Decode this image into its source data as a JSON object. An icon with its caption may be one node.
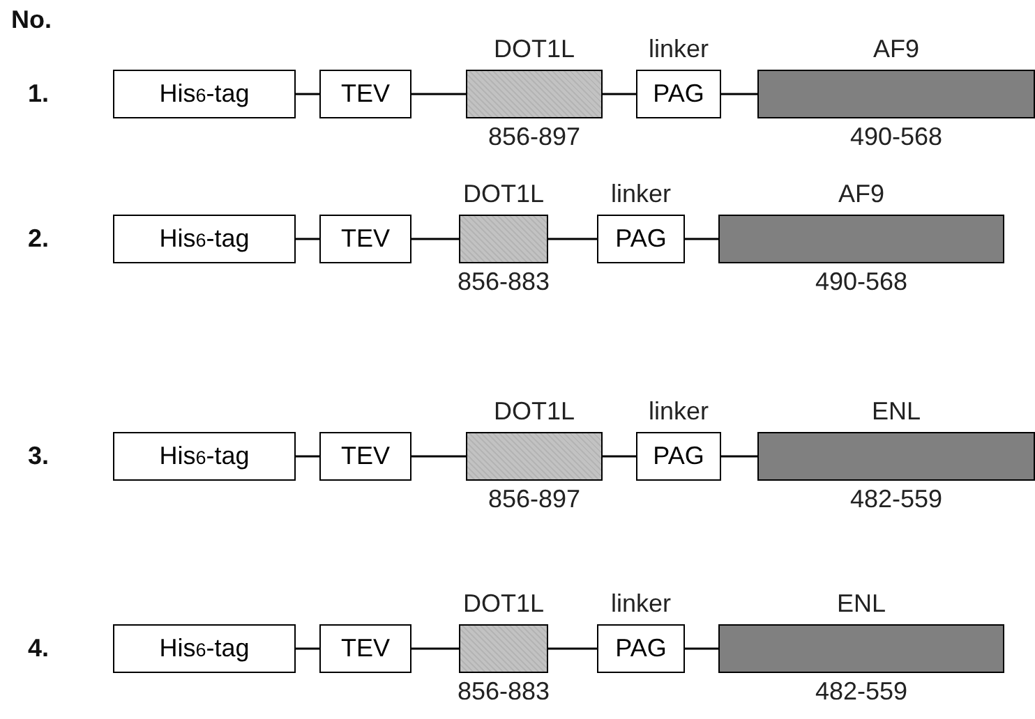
{
  "diagram": {
    "nodes": [
      {
        "text": [
          "His$_{6}$-tag"
        ]
      },
      {
        "text": [
          "TEV"
        ]
      },
      {
        "text": [
          "DOT1L",
          "856-897"
        ]
      },
      {
        "text": [
          "linker",
          "PAG"
        ]
      },
      {
        "text": [
          "AF9",
          "490-568"
        ]
      },
      {
        "text": [
          "His$_{6}$-tag"
        ]
      },
      {
        "text": [
          "TEV"
        ]
      },
      {
        "text": [
          "DOT1L",
          "856-883"
        ]
      },
      {
        "text": [
          "linker",
          "PAG"
        ]
      },
      {
        "text": [
          "AF9",
          "490-568"
        ]
      },
      {
        "text": [
          "His$_{6}$-tag"
        ]
      },
      {
        "text": [
          "TEV"
        ]
      },
      {
        "text": [
          "DOT1L",
          "856-897"
        ]
      },
      {
        "text": [
          "linker",
          "PAG"
        ]
      },
      {
        "text": [
          "ENL",
          "482-559"
        ]
      },
      {
        "text": [
          "His$_{6}$-tag"
        ]
      },
      {
        "text": [
          "TEV"
        ]
      },
      {
        "text": [
          "DOT1L",
          "856-883"
        ]
      },
      {
        "text": [
          "linker",
          "PAG"
        ]
      },
      {
        "text": [
          "ENL",
          "482-559"
        ]
      }
    ],
    "edges": [
      {
        "from": 0,
        "to": 1,
        "arrow": "none"
      },
      {
        "from": 1,
        "to": 2,
        "arrow": "none"
      },
      {
        "from": 2,
        "to": 3,
        "arrow": "none"
      },
      {
        "from": 3,
        "to": 4,
        "arrow": "none"
      },
      {
        "from": 5,
        "to": 6,
        "arrow": "none"
      },
      {
        "from": 6,
        "to": 7,
        "arrow": "none"
      },
      {
        "from": 7,
        "to": 8,
        "arrow": "none"
      },
      {
        "from": 8,
        "to": 9,
        "arrow": "none"
      },
      {
        "from": 10,
        "to": 11,
        "arrow": "none"
      },
      {
        "from": 11,
        "to": 12,
        "arrow": "none"
      },
      {
        "from": 12,
        "to": 13,
        "arrow": "none"
      },
      {
        "from": 13,
        "to": 14,
        "arrow": "none"
      },
      {
        "from": 15,
        "to": 16,
        "arrow": "none"
      },
      {
        "from": 16,
        "to": 17,
        "arrow": "none"
      },
      {
        "from": 17,
        "to": 18,
        "arrow": "none"
      },
      {
        "from": 18,
        "to": 19,
        "arrow": "none"
      }
    ],
    "labels": [
      "No.",
      "1.",
      "2.",
      "3.",
      "4."
    ]
  }
}
